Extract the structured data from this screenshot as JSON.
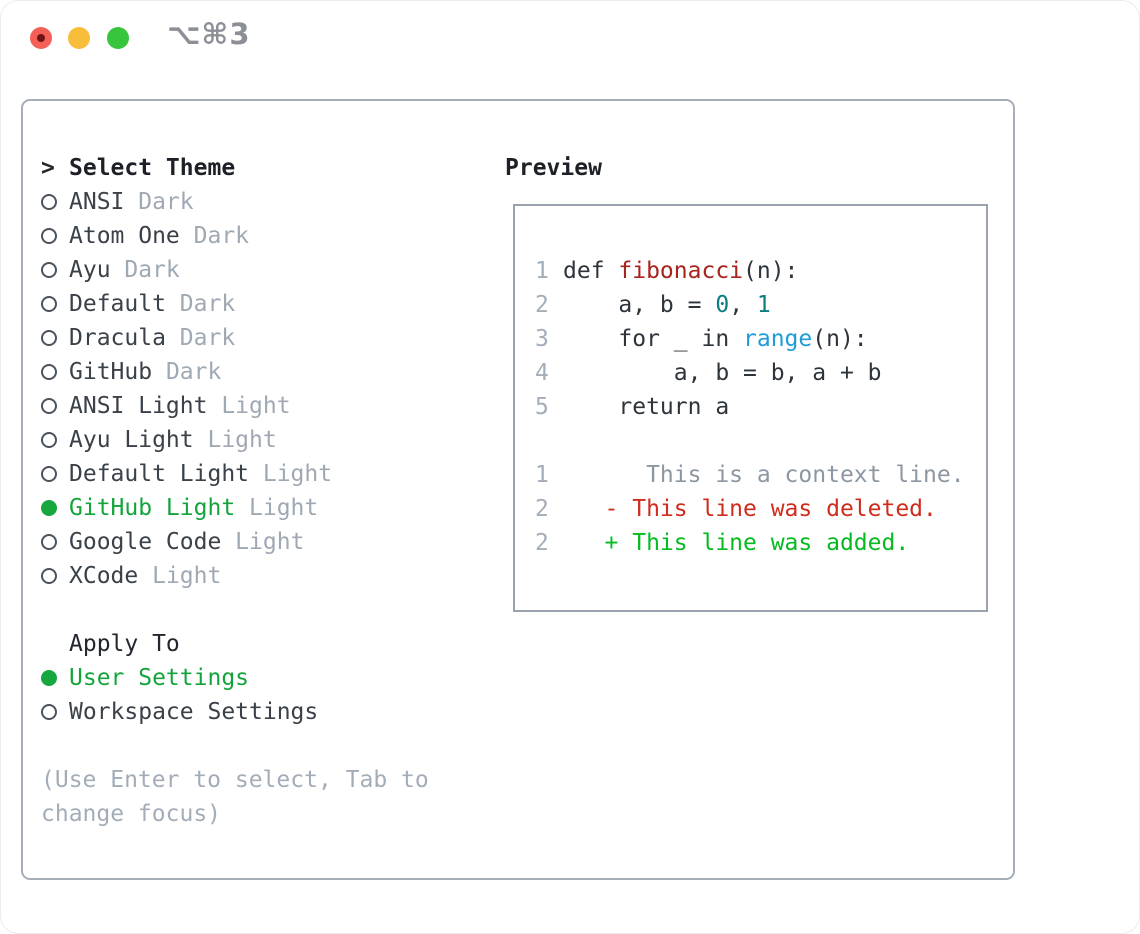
{
  "window": {
    "shortcut_label": "⌥⌘3"
  },
  "titlebar": {
    "buttons": [
      {
        "name": "close",
        "color": "#f45f58"
      },
      {
        "name": "minimize",
        "color": "#f8bd3b"
      },
      {
        "name": "zoom",
        "color": "#36c53c"
      }
    ]
  },
  "colors": {
    "selection_green": "#14a43c",
    "radio_dot_green": "#16a73e",
    "added_green": "#06bb20",
    "deleted_red": "#cf2c1c",
    "function_red": "#a8231b",
    "number_teal": "#0b7d80",
    "builtin_blue": "#1f9cd8",
    "muted_gray": "#9fa9b4",
    "ink": "#22272d",
    "panel_border": "#a6aeb7"
  },
  "sidebar": {
    "prompt_marker": ">",
    "header": "Select Theme",
    "items": [
      {
        "name": "ANSI",
        "variant": "Dark",
        "selected": false
      },
      {
        "name": "Atom One",
        "variant": "Dark",
        "selected": false
      },
      {
        "name": "Ayu",
        "variant": "Dark",
        "selected": false
      },
      {
        "name": "Default",
        "variant": "Dark",
        "selected": false
      },
      {
        "name": "Dracula",
        "variant": "Dark",
        "selected": false
      },
      {
        "name": "GitHub",
        "variant": "Dark",
        "selected": false
      },
      {
        "name": "ANSI Light",
        "variant": "Light",
        "selected": false
      },
      {
        "name": "Ayu Light",
        "variant": "Light",
        "selected": false
      },
      {
        "name": "Default Light",
        "variant": "Light",
        "selected": false
      },
      {
        "name": "GitHub Light",
        "variant": "Light",
        "selected": true
      },
      {
        "name": "Google Code",
        "variant": "Light",
        "selected": false
      },
      {
        "name": "XCode",
        "variant": "Light",
        "selected": false
      }
    ],
    "apply_to": {
      "header": "Apply To",
      "options": [
        {
          "label": "User Settings",
          "selected": true
        },
        {
          "label": "Workspace Settings",
          "selected": false
        }
      ]
    },
    "hint_lines": [
      "(Use Enter to select, Tab to",
      "change focus)"
    ]
  },
  "preview": {
    "title": "Preview",
    "code_lines": [
      {
        "num": "1",
        "segments": [
          [
            "def ",
            "plain"
          ],
          [
            "fibonacci",
            "func"
          ],
          [
            "(n):",
            "plain"
          ]
        ]
      },
      {
        "num": "2",
        "segments": [
          [
            "    a, b = ",
            "plain"
          ],
          [
            "0",
            "number"
          ],
          [
            ", ",
            "plain"
          ],
          [
            "1",
            "number"
          ]
        ]
      },
      {
        "num": "3",
        "segments": [
          [
            "    for _ in ",
            "plain"
          ],
          [
            "range",
            "builtin"
          ],
          [
            "(n):",
            "plain"
          ]
        ]
      },
      {
        "num": "4",
        "segments": [
          [
            "        a, b = b, a + b",
            "plain"
          ]
        ]
      },
      {
        "num": "5",
        "segments": [
          [
            "    return a",
            "plain"
          ]
        ]
      }
    ],
    "diff_lines": [
      {
        "num": "1",
        "segments": [
          [
            "      This is a context line.",
            "context"
          ]
        ]
      },
      {
        "num": "2",
        "segments": [
          [
            "   - This line was deleted.",
            "deleted"
          ]
        ]
      },
      {
        "num": "2",
        "segments": [
          [
            "   + This line was added.",
            "added"
          ]
        ]
      }
    ]
  }
}
